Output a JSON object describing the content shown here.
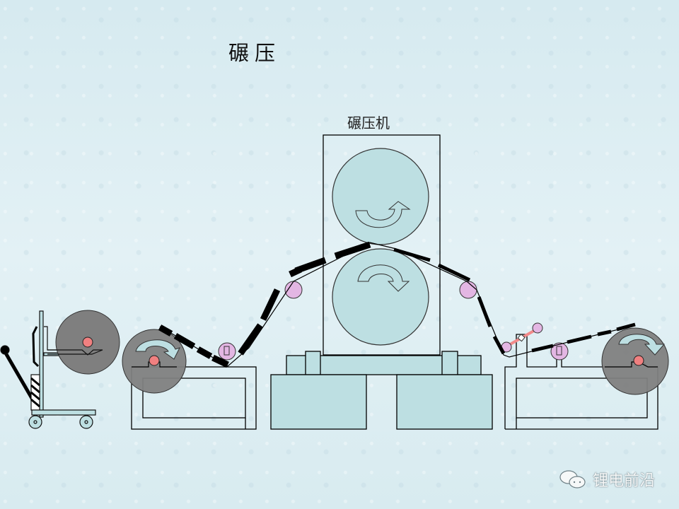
{
  "title": "碾压",
  "machine_label": "碾压机",
  "watermark": {
    "icon": "wechat-icon",
    "text": "锂电前沿"
  },
  "colors": {
    "background": "#dcecf1",
    "machine_fill": "#bddfe2",
    "reel_fill": "#7f7f7f",
    "reel_core": "#f08080",
    "guide_roller": "#e3b6e3",
    "electrode": "#000000",
    "arrow_fill": "#bddfe2"
  },
  "components": [
    {
      "name": "unwind-cart",
      "label": ""
    },
    {
      "name": "unwind-reel",
      "label": ""
    },
    {
      "name": "calender-upper-roll",
      "rotation": "counterclockwise"
    },
    {
      "name": "calender-lower-roll",
      "rotation": "clockwise"
    },
    {
      "name": "rewind-reel",
      "label": ""
    }
  ]
}
